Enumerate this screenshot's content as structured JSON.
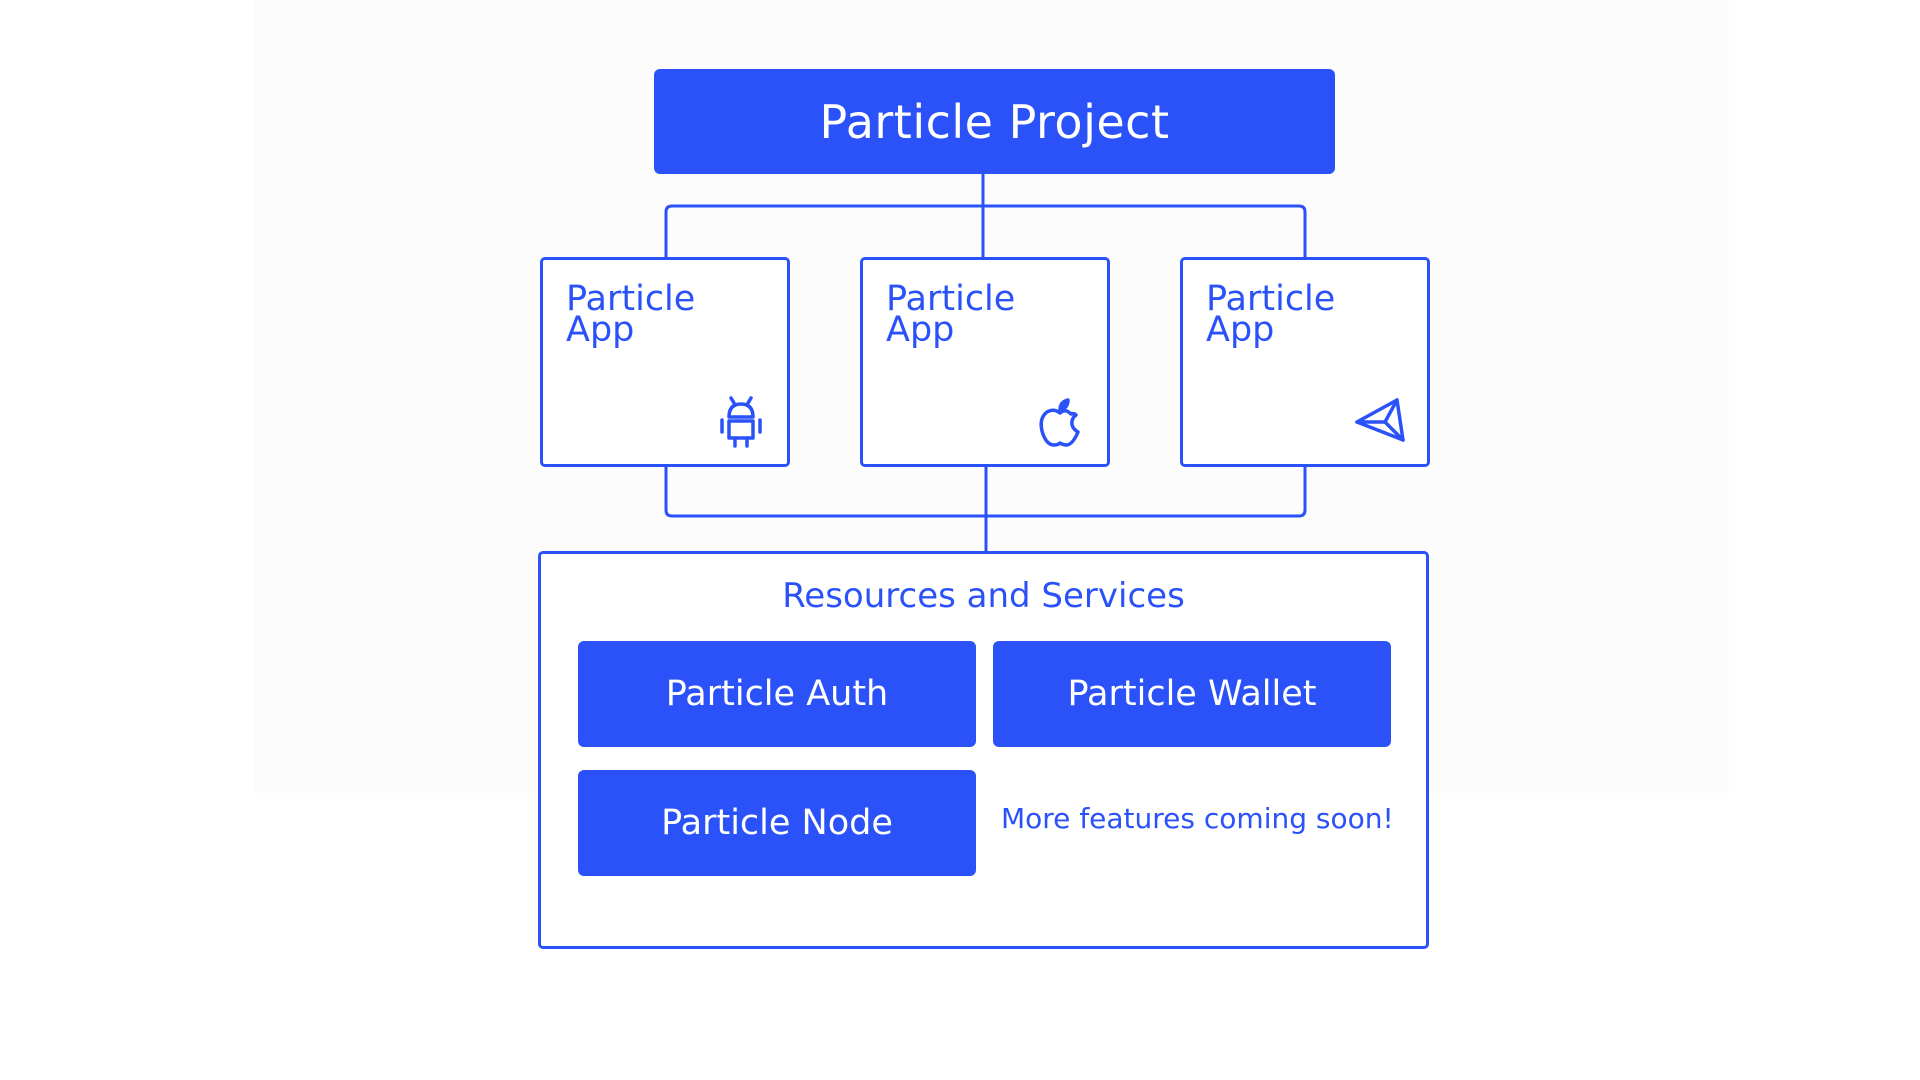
{
  "project": {
    "label": "Particle Project"
  },
  "apps": [
    {
      "label": "Particle App",
      "platform_icon": "android-icon"
    },
    {
      "label": "Particle App",
      "platform_icon": "apple-icon"
    },
    {
      "label": "Particle App",
      "platform_icon": "unity-icon"
    }
  ],
  "resources": {
    "title": "Resources and Services",
    "services": [
      {
        "label": "Particle Auth"
      },
      {
        "label": "Particle Wallet"
      },
      {
        "label": "Particle Node"
      }
    ],
    "note": "More features coming soon!"
  },
  "colors": {
    "accent": "#2a52f8",
    "background": "#ffffff",
    "panel": "#fcfcfc"
  }
}
